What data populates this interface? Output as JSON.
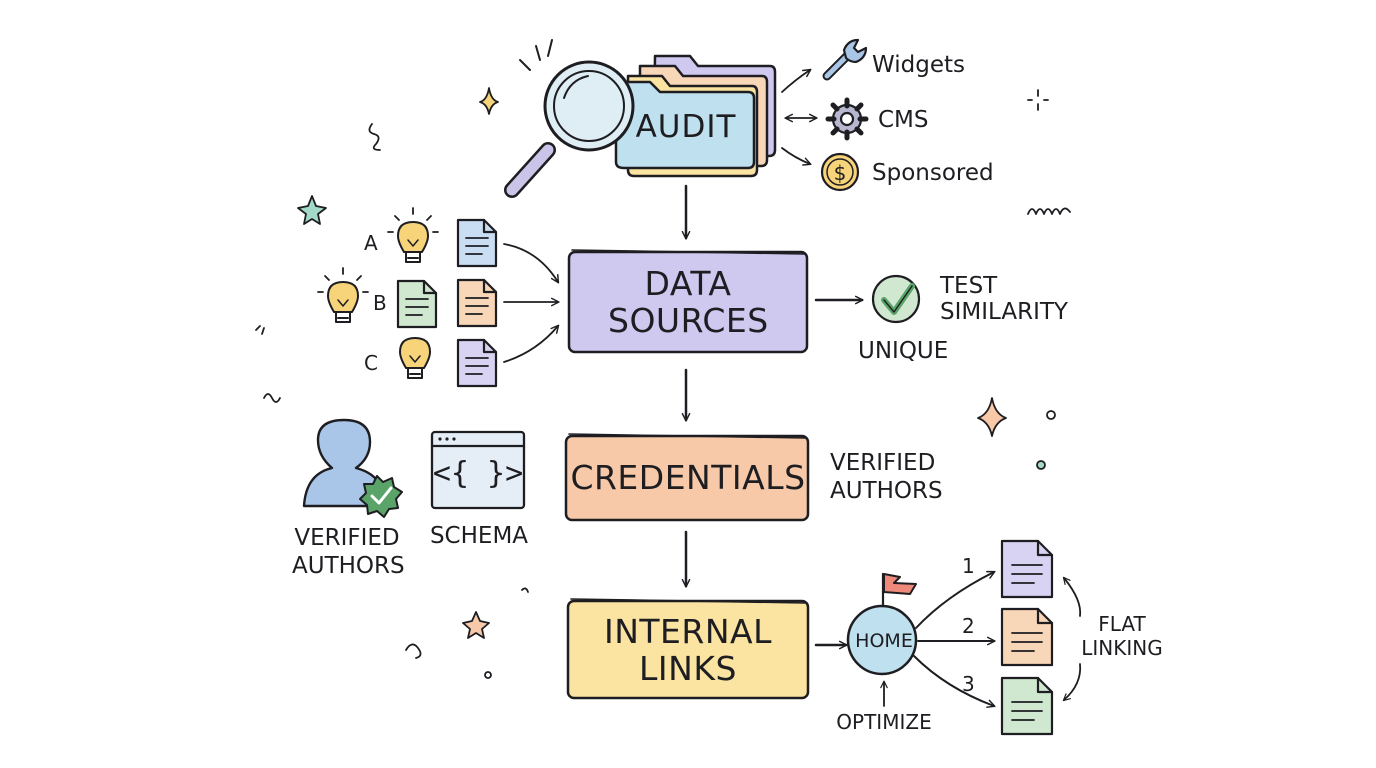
{
  "colors": {
    "ink": "#1e1e22",
    "audit_fill": "#bfe0ee",
    "data_sources_fill": "#cfc8ef",
    "credentials_fill": "#f7c9a8",
    "internal_links_fill": "#fbe3a1",
    "check_green": "#5aa469",
    "doc_blue": "#c9def2",
    "doc_green": "#cfe8cf",
    "doc_orange": "#f8d6b8",
    "doc_purple": "#d8d3f2",
    "bulb_yellow": "#f7d37a",
    "flag_red": "#ef8a7b"
  },
  "audit": {
    "label": "AUDIT",
    "outputs": [
      "Widgets",
      "CMS",
      "Sponsored"
    ]
  },
  "data_sources": {
    "label": "DATA SOURCES",
    "inputs": [
      "A",
      "B",
      "C"
    ],
    "test": "TEST SIMILARITY",
    "unique": "UNIQUE"
  },
  "credentials": {
    "label": "CREDENTIALS",
    "right": "VERIFIED AUTHORS",
    "left_author": "VERIFIED AUTHORS",
    "schema": "SCHEMA",
    "schema_code": "<{ }>"
  },
  "internal_links": {
    "label": "INTERNAL LINKS",
    "home": "HOME",
    "optimize": "OPTIMIZE",
    "numbers": [
      "1",
      "2",
      "3"
    ],
    "flat": "FLAT LINKING"
  }
}
